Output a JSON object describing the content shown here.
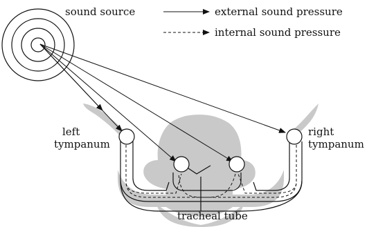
{
  "labels": {
    "sound_source": "sound source",
    "external": "external sound pressure",
    "internal": "internal sound pressure",
    "left_line1": "left",
    "left_line2": "tympanum",
    "right_line1": "right",
    "right_line2": "tympanum",
    "trachea": "tracheal tube"
  },
  "colors": {
    "body": "#c9c9c9",
    "ink": "#111111",
    "membrane": "#ffffff"
  }
}
